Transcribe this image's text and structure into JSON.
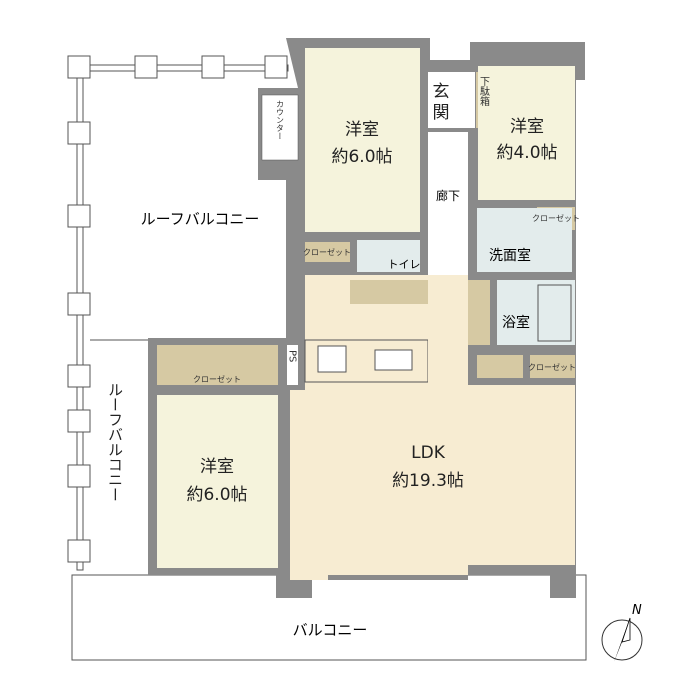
{
  "colors": {
    "wall": "#8a8a8a",
    "room": "#f5f3dc",
    "ldk": "#f7ecd2",
    "wet": "#e3ecec",
    "closet": "#d6c9a3",
    "outline": "#555555"
  },
  "rooms": {
    "western1": {
      "name": "洋室",
      "size": "約6.0帖"
    },
    "western2": {
      "name": "洋室",
      "size": "約4.0帖"
    },
    "western3": {
      "name": "洋室",
      "size": "約6.0帖"
    },
    "ldk": {
      "name": "LDK",
      "size": "約19.3帖"
    },
    "entrance_1": "玄",
    "entrance_2": "関",
    "shoebox": "下駄箱",
    "corridor": "廊下",
    "washroom": "洗面室",
    "toilet": "トイレ",
    "bath": "浴室",
    "counter": "カウンター",
    "ps": "PS",
    "closet": "クローゼット",
    "roof_balcony": "ルーフバルコニー",
    "balcony": "バルコニー"
  },
  "compass": {
    "label": "N",
    "icon": "north-arrow-icon"
  }
}
